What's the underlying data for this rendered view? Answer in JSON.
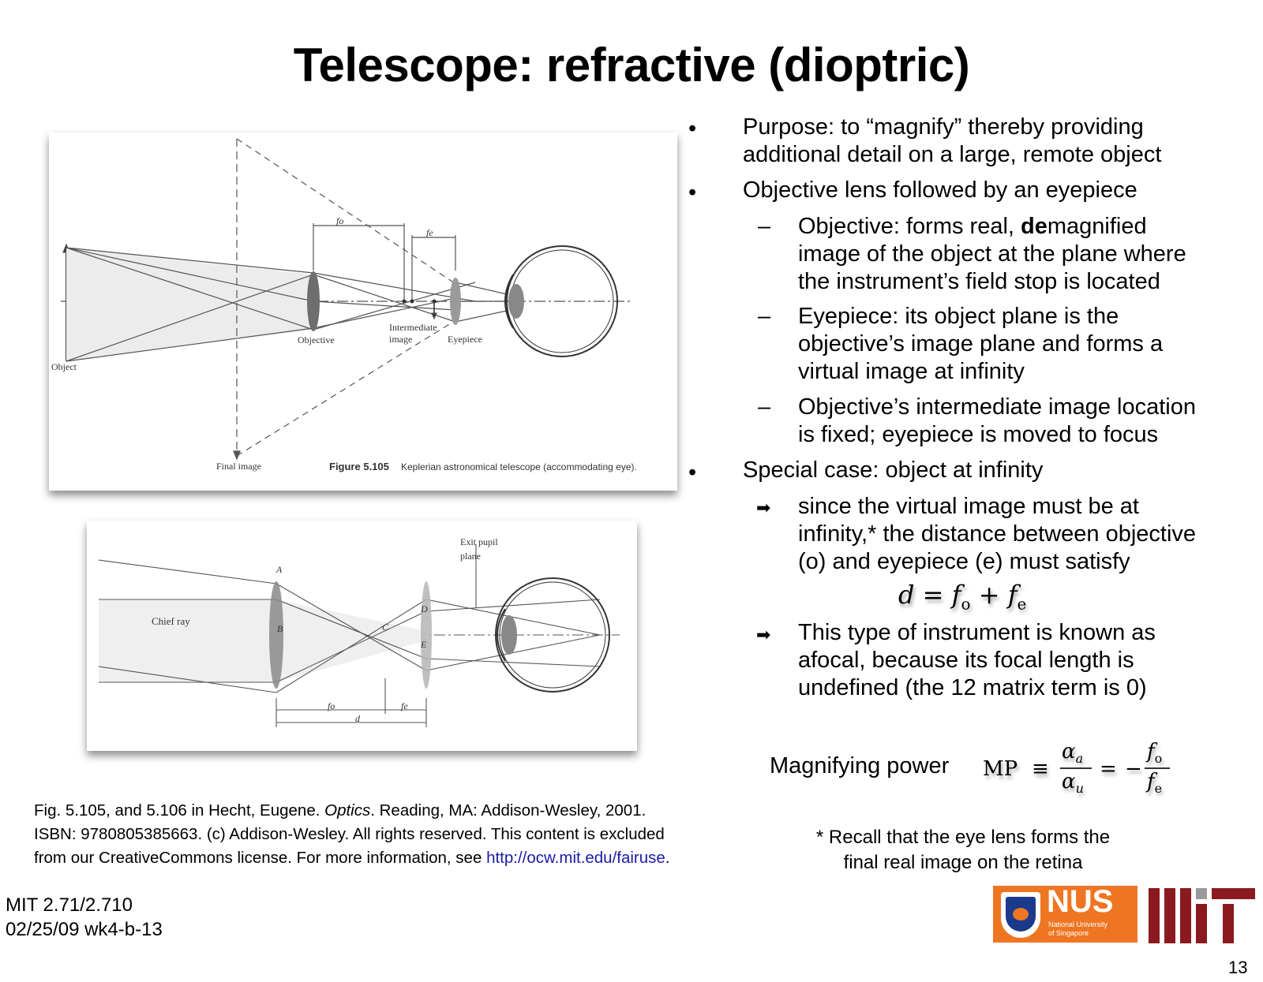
{
  "title": "Telescope: refractive (dioptric)",
  "figure1": {
    "label_object": "Object",
    "label_objective": "Objective",
    "label_intermediate_1": "Intermediate",
    "label_intermediate_2": "image",
    "label_eyepiece": "Eyepiece",
    "label_final_image": "Final image",
    "label_fo": "fo",
    "label_fe": "fe",
    "caption_number": "Figure 5.105",
    "caption_text": "Keplerian astronomical telescope (accommodating eye)."
  },
  "figure2": {
    "label_exit_pupil_1": "Exit pupil",
    "label_exit_pupil_2": "plane",
    "label_chief_ray": "Chief ray",
    "label_A": "A",
    "label_B": "B",
    "label_C": "C",
    "label_D": "D",
    "label_E": "E",
    "label_fo": "fo",
    "label_fe": "fe",
    "label_d": "d"
  },
  "bullets": {
    "purpose_1": "Purpose: to “magnify” thereby providing",
    "purpose_2": "additional detail on a large, remote object",
    "objective_lens": "Objective lens followed by an eyepiece",
    "sub1_pre": "Objective: forms real, ",
    "sub1_bold": "de",
    "sub1_post": "magnified",
    "sub1_2": "image of the object at the plane where",
    "sub1_3": "the instrument’s field stop is located",
    "sub2_1": "Eyepiece: its object plane is the",
    "sub2_2": "objective’s image plane and forms a",
    "sub2_3": "virtual image at infinity",
    "sub3_1": "Objective’s intermediate image location",
    "sub3_2": "is fixed; eyepiece is moved to focus",
    "special": "Special case: object at infinity",
    "arrow1_1": "since the virtual image must be at",
    "arrow1_2": "infinity,* the distance between objective",
    "arrow1_3": "(o) and eyepiece (e) must satisfy",
    "arrow2_1": "This type of instrument is known as",
    "arrow2_2": "afocal, because its focal length is",
    "arrow2_3": "undefined (the 12 matrix term is 0)"
  },
  "markers": {
    "bullet": "•",
    "dash": "–",
    "arrow": "➡"
  },
  "equation_d": {
    "lhs": "d",
    "eq": "=",
    "f1": "f",
    "sub1": "o",
    "plus": "+",
    "f2": "f",
    "sub2": "e"
  },
  "magnifying": {
    "label": "Magnifying power",
    "mp": "MP",
    "equiv": "≡",
    "num": "α",
    "num_sub": "a",
    "den": "α",
    "den_sub": "u",
    "eq": "=",
    "minus": "−",
    "fnum": "f",
    "fnum_sub": "o",
    "fden": "f",
    "fden_sub": "e"
  },
  "recall": {
    "line1": "* Recall that the eye lens forms the",
    "line2": "final real image on the retina"
  },
  "credit": {
    "line1_pre": "Fig. 5.105, and 5.106 in Hecht, Eugene. ",
    "line1_italic": "Optics",
    "line1_post": ". Reading, MA: Addison-Wesley, 2001.",
    "line2": "ISBN: 9780805385663. (c) Addison-Wesley. All rights reserved. This content is excluded",
    "line3_pre": "from our CreativeCommons license. For more information, see ",
    "line3_link": "http://ocw.mit.edu/fairuse",
    "line3_post": "."
  },
  "course": {
    "line1": "MIT 2.71/2.710",
    "line2": "02/25/09 wk4-b-13"
  },
  "logos": {
    "nus_text": "NUS",
    "nus_sub1": "National University",
    "nus_sub2": "of Singapore",
    "nus_color": "#ee7623",
    "mit_color": "#8a1a1f"
  },
  "page_number": "13"
}
